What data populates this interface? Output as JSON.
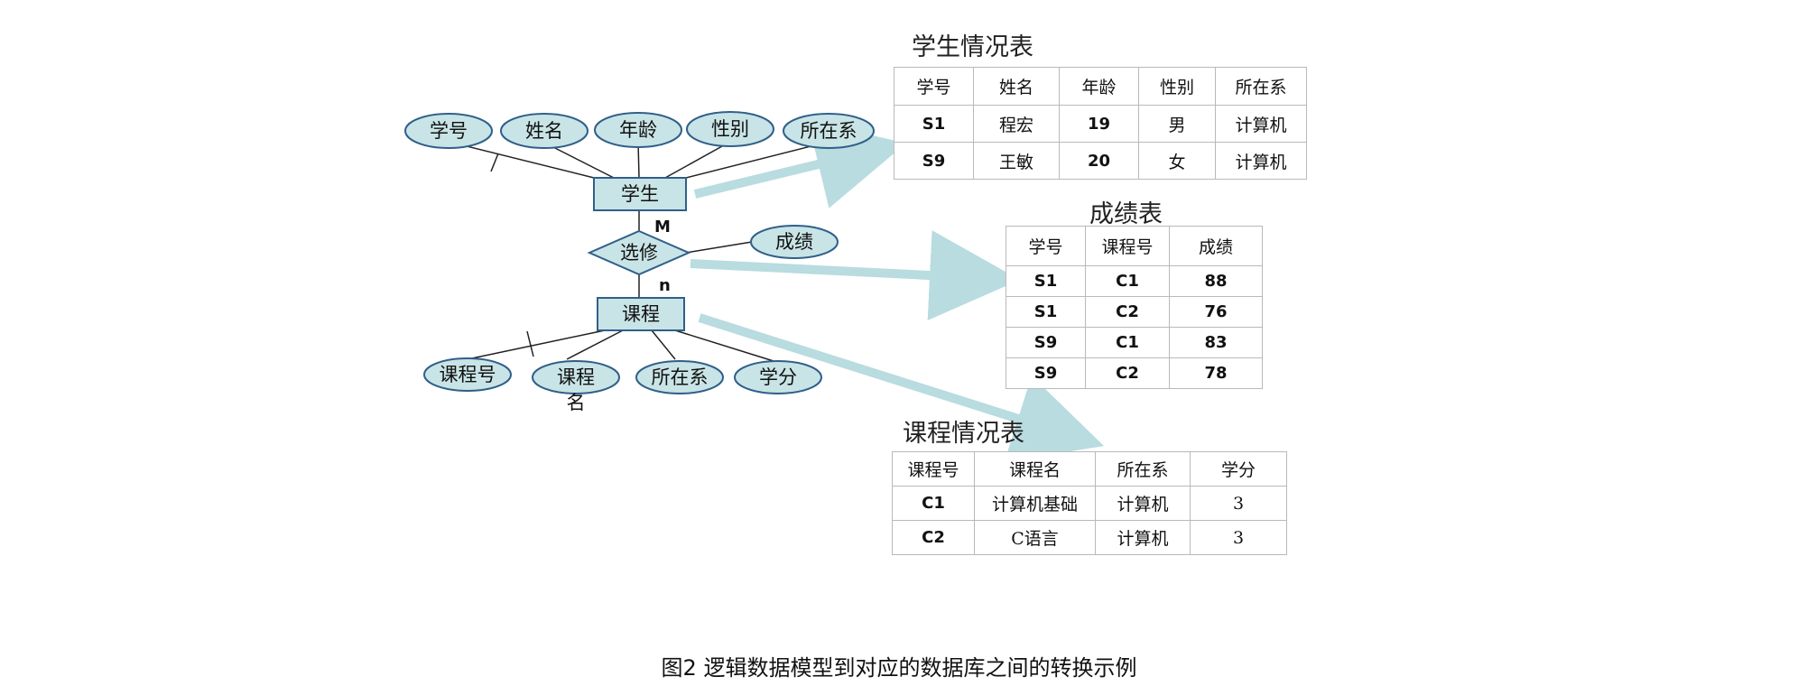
{
  "er": {
    "student_entity": "学生",
    "course_entity": "课程",
    "relationship": "选修",
    "card_student": "M",
    "card_course": "n",
    "student_attributes": [
      "学号",
      "姓名",
      "年龄",
      "性别",
      "所在系"
    ],
    "relationship_attribute": "成绩",
    "course_attributes": [
      "课程号",
      "课程",
      "所在系",
      "学分"
    ],
    "course_name_wrap": "名"
  },
  "student_table": {
    "title": "学生情况表",
    "headers": [
      "学号",
      "姓名",
      "年龄",
      "性别",
      "所在系"
    ],
    "rows": [
      [
        "S1",
        "程宏",
        "19",
        "男",
        "计算机"
      ],
      [
        "S9",
        "王敏",
        "20",
        "女",
        "计算机"
      ]
    ]
  },
  "score_table": {
    "title": "成绩表",
    "headers": [
      "学号",
      "课程号",
      "成绩"
    ],
    "rows": [
      [
        "S1",
        "C1",
        "88"
      ],
      [
        "S1",
        "C2",
        "76"
      ],
      [
        "S9",
        "C1",
        "83"
      ],
      [
        "S9",
        "C2",
        "78"
      ]
    ]
  },
  "course_table": {
    "title": "课程情况表",
    "headers": [
      "课程号",
      "课程名",
      "所在系",
      "学分"
    ],
    "rows": [
      [
        "C1",
        "计算机基础",
        "计算机",
        "3"
      ],
      [
        "C2",
        "C语言",
        "计算机",
        "3"
      ]
    ]
  },
  "caption": "图2 逻辑数据模型到对应的数据库之间的转换示例",
  "colors": {
    "entity_fill": "#c9e4e6",
    "outline": "#2f5f8a",
    "arrow": "#b8dcdf"
  }
}
